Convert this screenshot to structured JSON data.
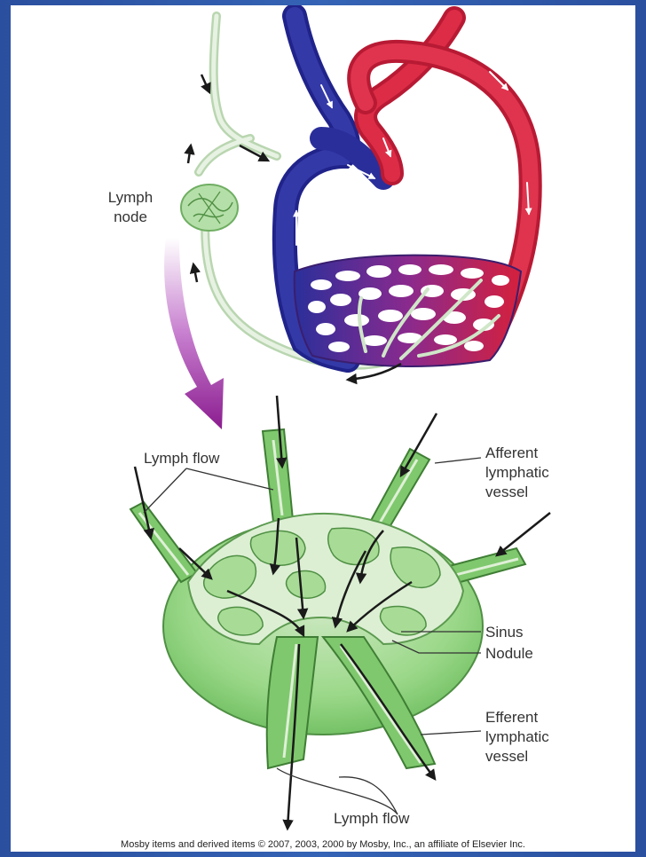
{
  "labels": {
    "lymph_node_line1": "Lymph",
    "lymph_node_line2": "node",
    "lymph_flow_top": "Lymph flow",
    "afferent_line1": "Afferent",
    "afferent_line2": "lymphatic",
    "afferent_line3": "vessel",
    "sinus": "Sinus",
    "nodule": "Nodule",
    "efferent_line1": "Efferent",
    "efferent_line2": "lymphatic",
    "efferent_line3": "vessel",
    "lymph_flow_bottom": "Lymph flow"
  },
  "credit": "Mosby items and derived items © 2007, 2003, 2000 by Mosby, Inc., an affiliate of Elsevier Inc.",
  "colors": {
    "vein": "#2b2f9a",
    "artery": "#d5203c",
    "lymph_pale": "#d3e6cc",
    "node_green": "#86cf76",
    "arrow_purple": "#8b1c8f"
  }
}
